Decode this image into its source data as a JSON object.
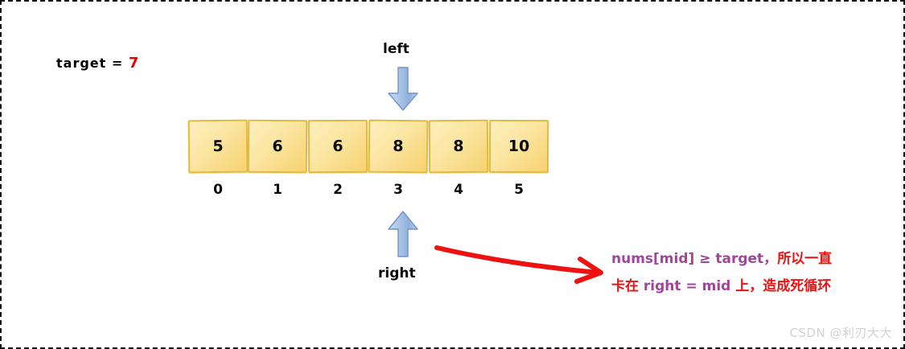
{
  "target": {
    "label": "target  =",
    "value": "7",
    "value_color": "#ee0000"
  },
  "array": {
    "values": [
      "5",
      "6",
      "6",
      "8",
      "8",
      "10"
    ],
    "indices": [
      "0",
      "1",
      "2",
      "3",
      "4",
      "5"
    ],
    "cell_fill": "#fbe5a0",
    "cell_border": "#e3b93c"
  },
  "pointers": {
    "left": {
      "label": "left",
      "index": 3,
      "direction": "down",
      "color": "#8aa9d6"
    },
    "right": {
      "label": "right",
      "index": 3,
      "direction": "up",
      "color": "#8aa9d6"
    }
  },
  "annotation": {
    "arrow_color": "#ee1111",
    "line1": {
      "purple": "nums[mid] ≥ target，",
      "red": "所以一直"
    },
    "line2": {
      "red_lead": "卡在 ",
      "purple": "right = mid ",
      "red_tail": "上，造成死循环"
    },
    "purple_color": "#a1459b",
    "red_color": "#ee1111"
  },
  "watermark": {
    "text": "CSDN @利刃大大"
  }
}
